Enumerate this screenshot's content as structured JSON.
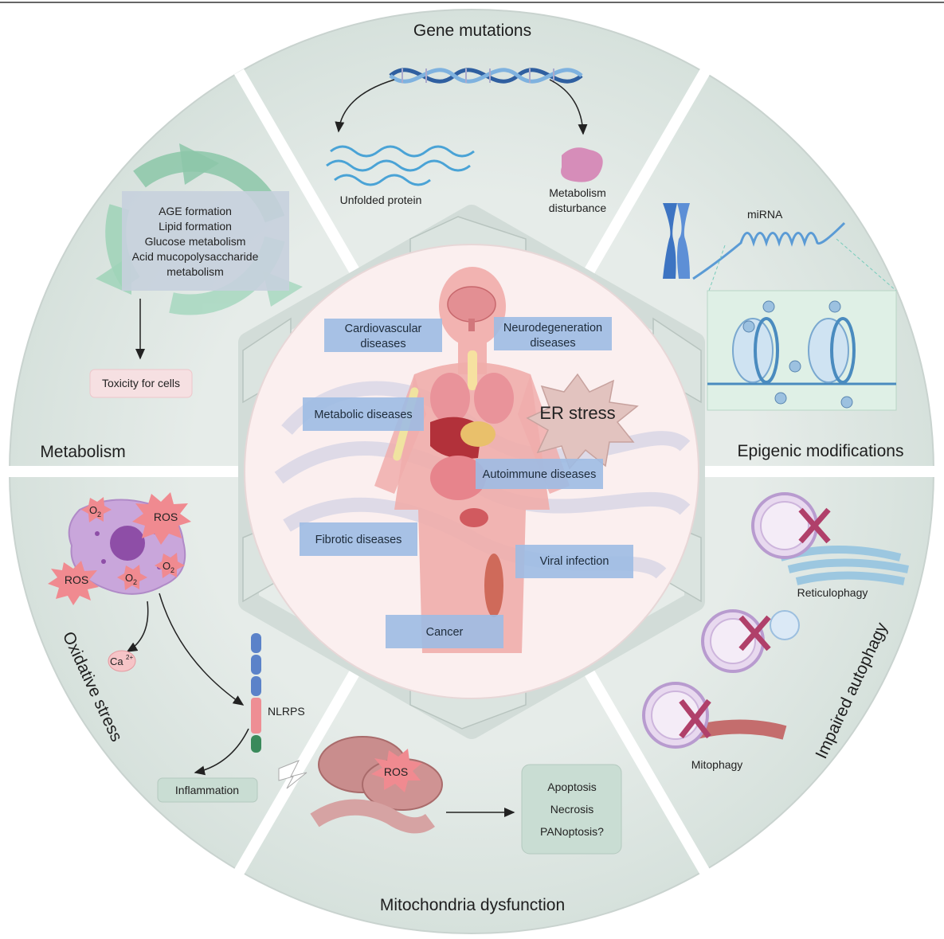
{
  "segments": {
    "gene_mutations": "Gene mutations",
    "epigenic": "Epigenic modifications",
    "impaired_autophagy": "Impaired autophagy",
    "mitochondria": "Mitochondria dysfunction",
    "oxidative": "Oxidative stress",
    "metabolism": "Metabolism"
  },
  "gene": {
    "unfolded": "Unfolded protein",
    "metab_1": "Metabolism",
    "metab_2": "disturbance"
  },
  "epigenetic": {
    "mirna": "miRNA"
  },
  "autophagy": {
    "reticulophagy": "Reticulophagy",
    "mitophagy": "Mitophagy"
  },
  "mito": {
    "ros": "ROS",
    "death_1": "Apoptosis",
    "death_2": "Necrosis",
    "death_3": "PANoptosis?"
  },
  "oxidative": {
    "o2": "O",
    "o2_sub": "2",
    "ros": "ROS",
    "ca": "Ca",
    "ca_sup": "2+",
    "nlrps": "NLRPS",
    "inflammation": "Inflammation"
  },
  "metabolism": {
    "items": [
      "AGE formation",
      "Lipid formation",
      "Glucose metabolism",
      "Acid mucopolysaccharide",
      "metabolism"
    ],
    "toxicity": "Toxicity for cells"
  },
  "center": {
    "er_stress": "ER stress",
    "cardio_1": "Cardiovascular",
    "cardio_2": "diseases",
    "neuro_1": "Neurodegeneration",
    "neuro_2": "diseases",
    "metabolic": "Metabolic diseases",
    "autoimmune": "Autoimmune diseases",
    "fibrotic": "Fibrotic diseases",
    "viral": "Viral infection",
    "cancer": "Cancer"
  },
  "colors": {
    "ring": "#dbe5e1",
    "center": "#fbeeee",
    "disease_box": "#9dbbe3",
    "body": "#eeaaa9",
    "ros": "#f08a90",
    "mito": "#c98d8d",
    "pill_green": "#c9ddd3"
  }
}
